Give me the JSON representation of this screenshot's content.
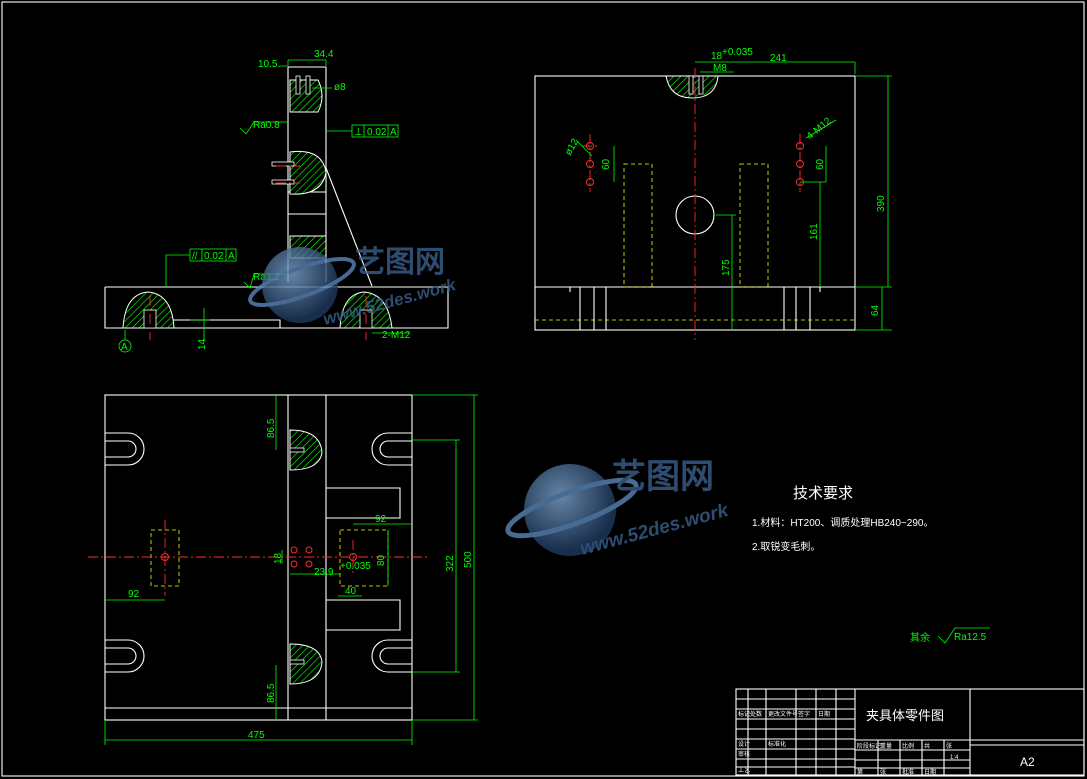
{
  "drawing": {
    "title": "夹具体零件图",
    "sheet_size": "A2",
    "scale_cell": "1:4"
  },
  "technical_requirements": {
    "heading": "技术要求",
    "items": [
      "1.材料：HT200、调质处理HB240~290。",
      "2.取锐变毛刺。"
    ]
  },
  "surface_finish": {
    "prefix": "其余",
    "value": "Ra12.5"
  },
  "watermark": {
    "brand": "艺图网",
    "url": "www.52des.work"
  },
  "front_view": {
    "dims": [
      "10.5",
      "34.4",
      "ø8",
      "14",
      "2-M12"
    ],
    "roughness": [
      "Ra0.8",
      "Ra3.2"
    ],
    "tolerance_frames": [
      {
        "symbol": "⊥",
        "value": "0.02",
        "datum": "A"
      },
      {
        "symbol": "//",
        "value": "0.02",
        "datum": "A"
      }
    ],
    "datum_label": "A"
  },
  "side_view": {
    "dims": [
      "18",
      "+0.035",
      "241",
      "M8",
      "ø12",
      "60",
      "4-M12",
      "60",
      "390",
      "161",
      "175",
      "64"
    ]
  },
  "top_view": {
    "dims": [
      "86.5",
      "92",
      "18",
      "92",
      "80",
      "23.9",
      "+0.035",
      "40",
      "322",
      "500",
      "86.5",
      "475"
    ]
  },
  "title_block": {
    "small_labels": [
      "标记",
      "处数",
      "更改文件号",
      "签字",
      "日期",
      "设计",
      "标准化",
      "审核",
      "工艺",
      "阶段标记",
      "重量",
      "比例",
      "共",
      "张",
      "第",
      "张",
      "批准",
      "日期"
    ]
  }
}
